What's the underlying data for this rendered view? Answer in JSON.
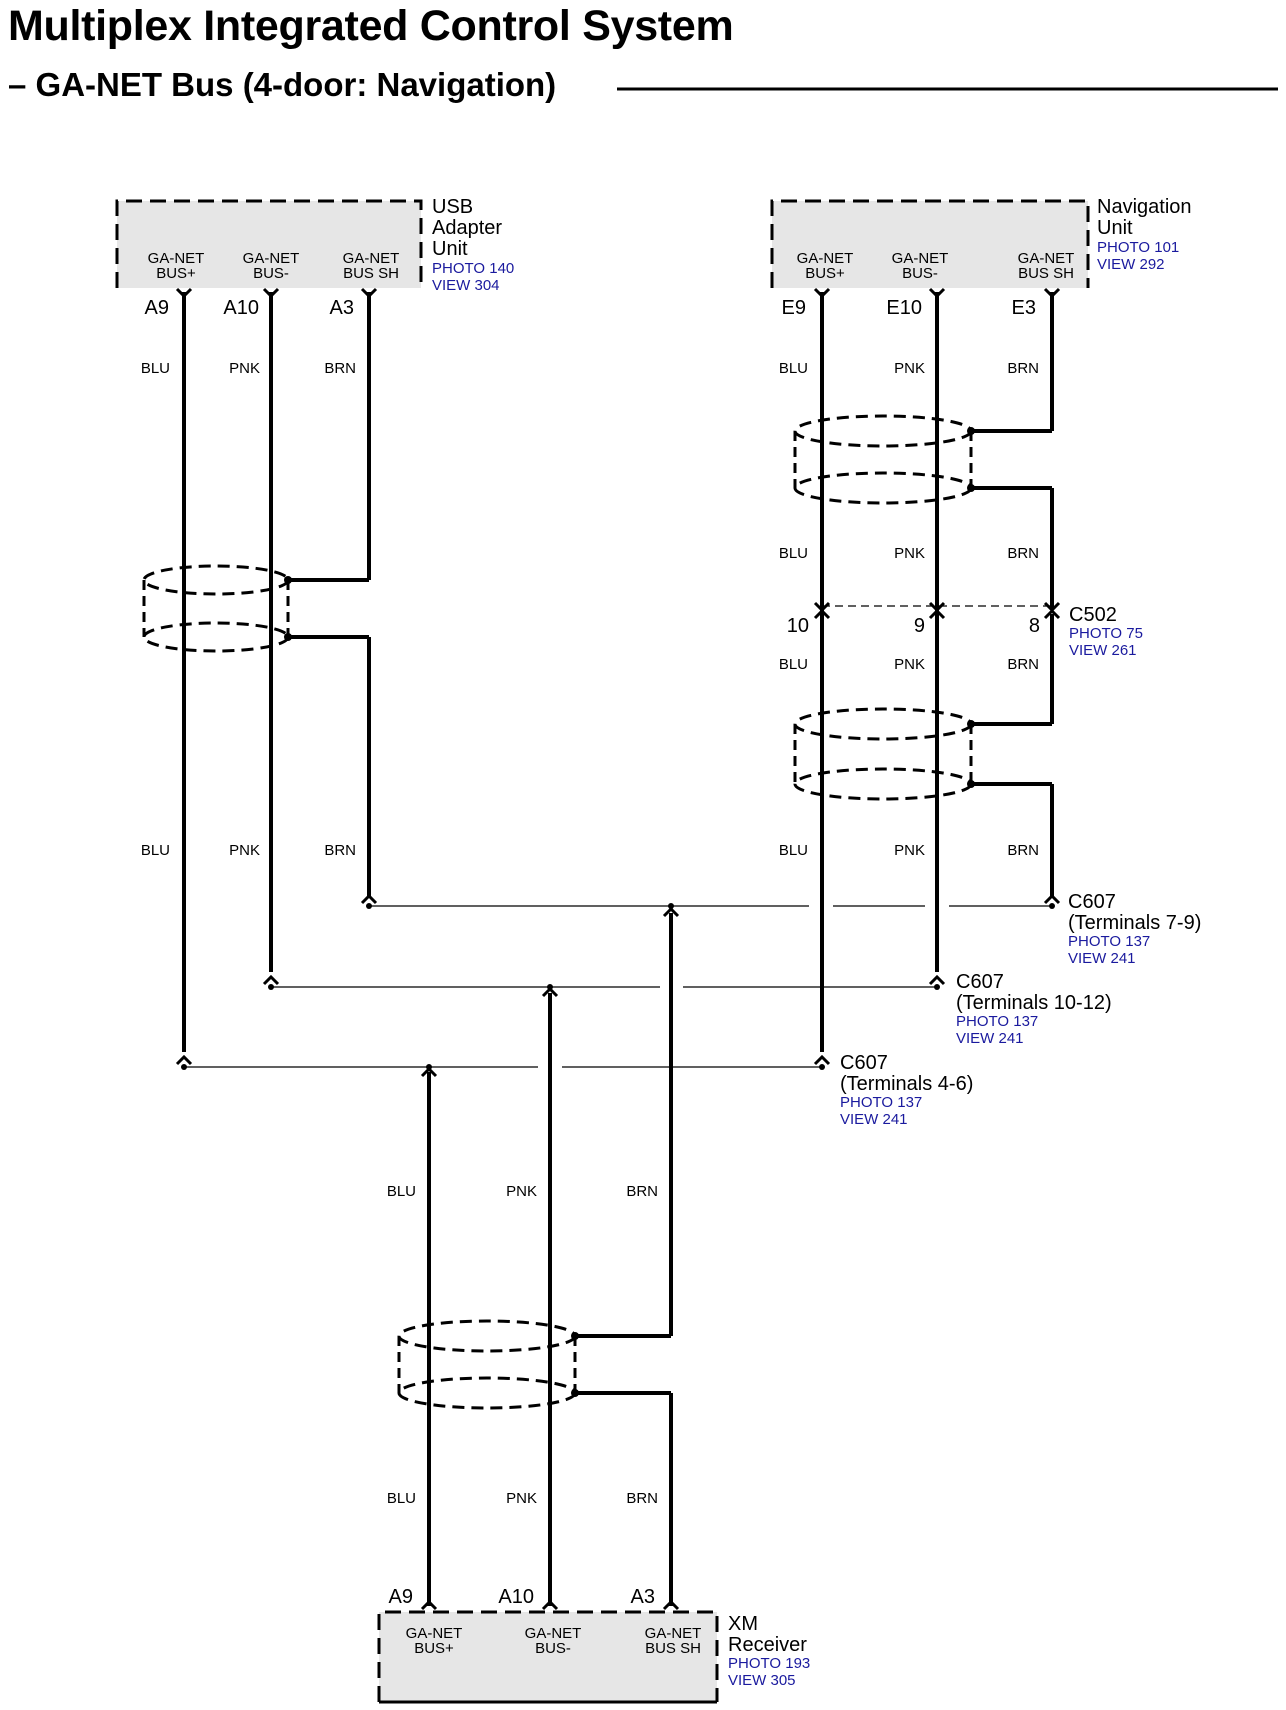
{
  "title": "Multiplex Integrated Control System",
  "subtitle": "– GA-NET Bus (4-door: Navigation)",
  "components": {
    "usb": {
      "name": [
        "USB",
        "Adapter",
        "Unit"
      ],
      "photo": "PHOTO 140",
      "view": "VIEW 304",
      "signals": [
        [
          "GA-NET",
          "BUS+"
        ],
        [
          "GA-NET",
          "BUS-"
        ],
        [
          "GA-NET",
          "BUS SH"
        ]
      ],
      "pins": [
        "A9",
        "A10",
        "A3"
      ]
    },
    "nav": {
      "name": [
        "Navigation",
        "Unit"
      ],
      "photo": "PHOTO 101",
      "view": "VIEW 292",
      "signals": [
        [
          "GA-NET",
          "BUS+"
        ],
        [
          "GA-NET",
          "BUS-"
        ],
        [
          "GA-NET",
          "BUS SH"
        ]
      ],
      "pins": [
        "E9",
        "E10",
        "E3"
      ]
    },
    "xm": {
      "name": [
        "XM",
        "Receiver"
      ],
      "photo": "PHOTO 193",
      "view": "VIEW 305",
      "signals": [
        [
          "GA-NET",
          "BUS+"
        ],
        [
          "GA-NET",
          "BUS-"
        ],
        [
          "GA-NET",
          "BUS SH"
        ]
      ],
      "pins": [
        "A9",
        "A10",
        "A3"
      ]
    }
  },
  "connectors": {
    "c502": {
      "name": "C502",
      "photo": "PHOTO 75",
      "view": "VIEW 261",
      "pins": [
        "10",
        "9",
        "8"
      ]
    },
    "c607a": {
      "name": "C607",
      "terminals": "(Terminals 7-9)",
      "photo": "PHOTO 137",
      "view": "VIEW 241"
    },
    "c607b": {
      "name": "C607",
      "terminals": "(Terminals 10-12)",
      "photo": "PHOTO 137",
      "view": "VIEW 241"
    },
    "c607c": {
      "name": "C607",
      "terminals": "(Terminals 4-6)",
      "photo": "PHOTO 137",
      "view": "VIEW 241"
    }
  },
  "wire_colors": [
    "BLU",
    "PNK",
    "BRN"
  ]
}
